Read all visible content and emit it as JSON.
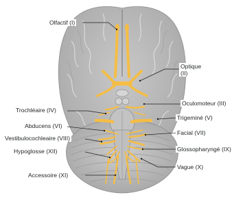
{
  "labels": {
    "olfactif": "Olfactif (I)",
    "optique_line1": "Optique",
    "optique_line2": "(II)",
    "oculomoteur": "Oculomoteur (III)",
    "trochleaire": "Trochléaire (IV)",
    "trijumeau": "Trigeminé (V)",
    "abducens": "Abducens (VI)",
    "facial": "Facial (VII)",
    "vestibulocochleaire": "Vestibulocochleaire (VIII)",
    "glossopharyngien": "Glossopharyngé (IX)",
    "vague": "Vague (X)",
    "accessoire": "Accessoire (XI)",
    "hypoglosse": "Hypoglosse (XII)"
  },
  "colors": {
    "nerve": "#f5bd45",
    "brain_fill": "#bcbcbc",
    "brain_shadow": "#9a9a9a",
    "cerebellum": "#c4c4c4",
    "leader_line": "#1f1f1f",
    "label_text": "#1f2224"
  }
}
